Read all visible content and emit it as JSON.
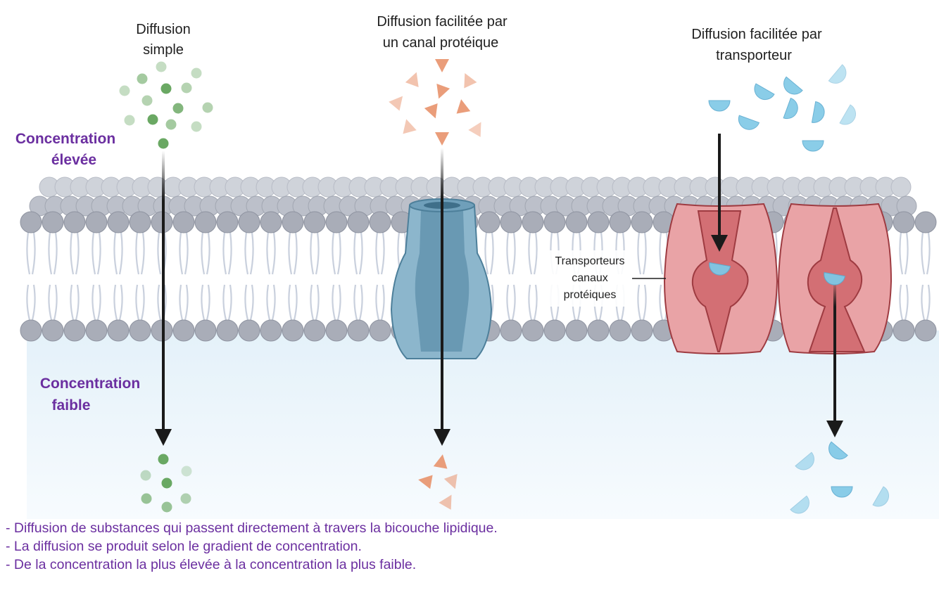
{
  "columns": {
    "simple": {
      "title_lines": [
        "Diffusion",
        "simple"
      ]
    },
    "channel": {
      "title_lines": [
        "Diffusion facilitée par",
        "un canal protéique"
      ]
    },
    "carrier": {
      "title_lines": [
        "Diffusion facilitée par",
        "transporteur"
      ]
    }
  },
  "side_labels": {
    "high": [
      "Concentration",
      "élevée"
    ],
    "low": [
      "Concentration",
      "faible"
    ]
  },
  "callout": {
    "lines": [
      "Transporteurs",
      "canaux",
      "protéiques"
    ]
  },
  "notes": [
    "- Diffusion de substances qui passent directement à travers la bicouche lipidique.",
    "- La diffusion se produit selon le gradient de concentration.",
    "- De la concentration la plus élevée à la concentration la plus faible."
  ],
  "colors": {
    "side_label": "#6b2fa0",
    "note_text": "#6b2fa0",
    "lipid_head": "#a9adb8",
    "lipid_tail": "#c9d0dd",
    "channel_protein": "#8cb6cc",
    "carrier_protein": "#e9a3a6",
    "solute_simple": "#5a9e52",
    "solute_channel": "#e8926c",
    "solute_carrier": "#7ec8e6",
    "arrow": "#1a1a1a"
  }
}
